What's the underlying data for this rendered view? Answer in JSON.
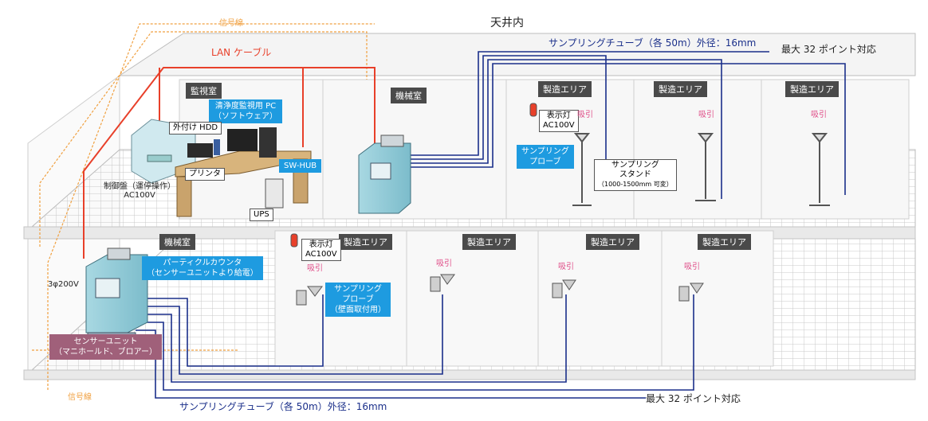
{
  "header": {
    "ceiling": "天井内"
  },
  "cables": {
    "signal_top": "信号線",
    "signal_bottom": "信号線",
    "lan": "LAN ケーブル",
    "tube_top": "サンプリングチューブ（各 50m）外径：16mm",
    "tube_bottom": "サンプリングチューブ（各 50m）外径：16mm",
    "max_top": "最大 32 ポイント対応",
    "max_bottom": "最大 32 ポイント対応"
  },
  "rooms": {
    "monitor": "監視室",
    "machine_upper": "機械室",
    "machine_lower": "機械室",
    "production": "製造エリア"
  },
  "equipment": {
    "pc_line1": "清浄度監視用 PC",
    "pc_line2": "（ソフトウェア）",
    "hdd": "外付け HDD",
    "printer": "プリンタ",
    "swhub": "SW-HUB",
    "ups": "UPS",
    "control_line1": "制御盤（運停操作）",
    "control_line2": "AC100V",
    "power": "3φ200V",
    "counter_line1": "パーティクルカウンタ",
    "counter_line2": "（センサーユニットより給電）",
    "sensor_line1": "センサーユニット",
    "sensor_line2": "（マニホールド、ブロアー）",
    "probe_line1": "サンプリング",
    "probe_line2": "プローブ",
    "wall_probe_line3": "（壁面取付用）",
    "stand_line1": "サンプリング",
    "stand_line2": "スタンド",
    "stand_line3": "（1000-1500mm 可変）",
    "lamp_upper_line1": "表示灯",
    "lamp_upper_line2": "AC100V",
    "lamp_lower_line1": "表示灯",
    "lamp_lower_line2": "AC100V",
    "suction": "吸引"
  },
  "colors": {
    "lan": "#e8402a",
    "signal": "#f0a040",
    "tube": "#1a2f8a",
    "accent": "#1e9be0",
    "sensor": "#a0607a",
    "machine": "#8ec9d6"
  }
}
